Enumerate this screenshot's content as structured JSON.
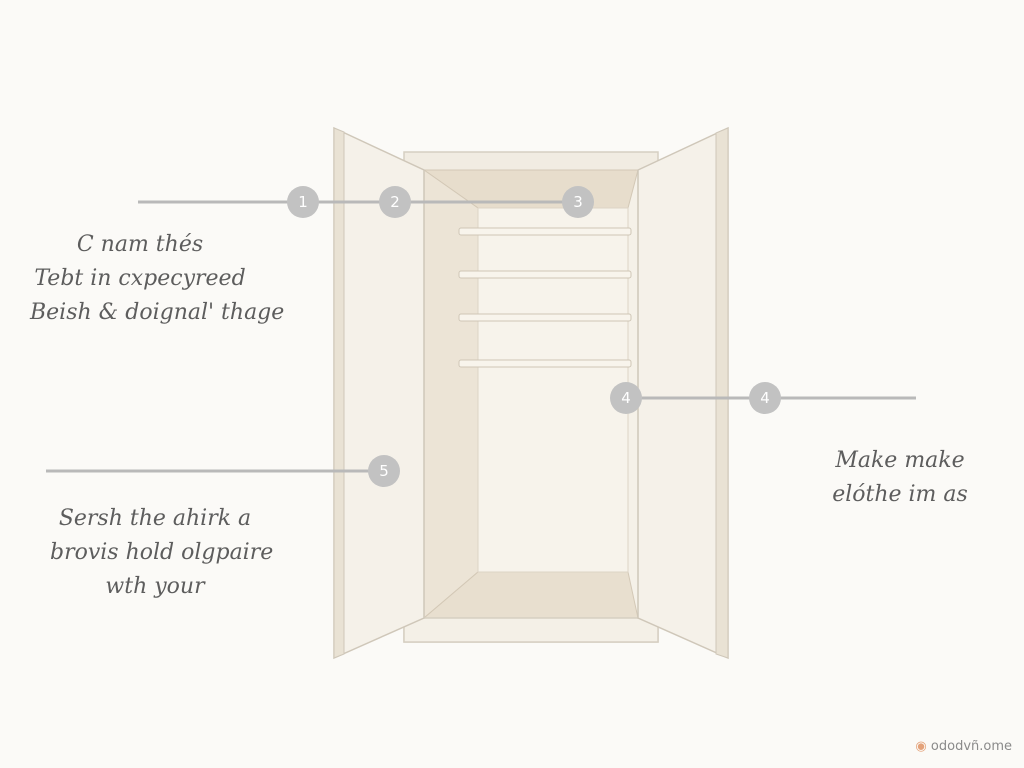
{
  "callout_texts": {
    "upper_left": [
      "C nam thés",
      "Tebt in cxpecyreed",
      "Beish & doignal' thage"
    ],
    "lower_left": [
      "Sersh the ahirk a",
      "brovis hold olgpaire",
      "wth your"
    ],
    "right": [
      "Make make",
      "elóthe im as"
    ]
  },
  "markers": [
    "1",
    "2",
    "3",
    "4",
    "4",
    "5"
  ],
  "watermark": "ododvñ.ome",
  "colors": {
    "background": "#fbfaf7",
    "cabinet": "#f3efe6",
    "cabinet_inner": "#e6ddcd",
    "line": "#b9b9b9",
    "marker": "#c2c2c2",
    "text": "#5d5d5d"
  }
}
